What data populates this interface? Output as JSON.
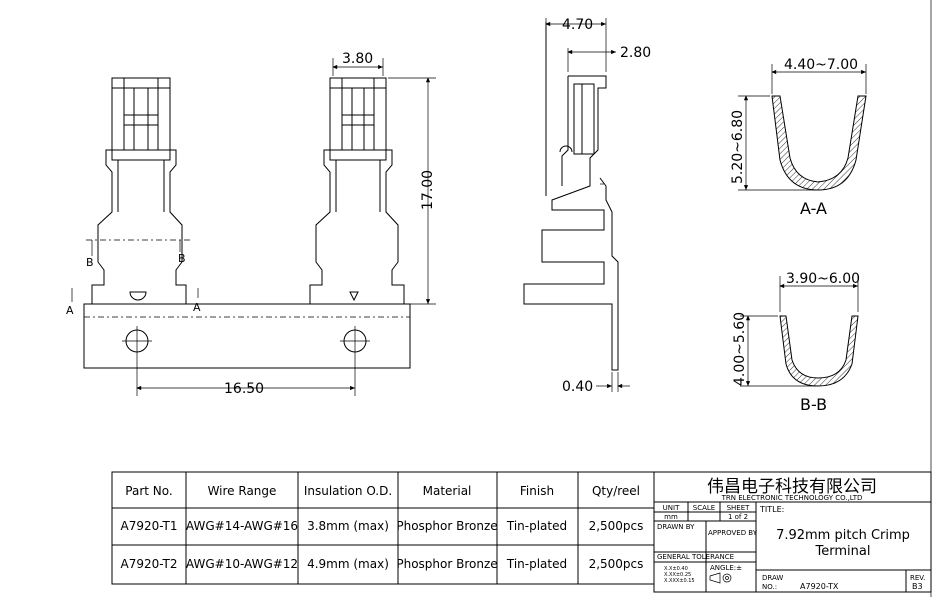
{
  "dimensions": {
    "front_width": "3.80",
    "front_height": "17.00",
    "carrier_pitch": "16.50",
    "side_top": "4.70",
    "side_top2": "2.80",
    "side_thickness": "0.40",
    "section_a_width": "4.40~7.00",
    "section_a_height": "5.20~6.80",
    "section_b_width": "3.90~6.00",
    "section_b_height": "4.00~5.60"
  },
  "section_labels": {
    "a": "A",
    "b": "B",
    "a_title": "A-A",
    "b_title": "B-B"
  },
  "spec_table": {
    "headers": [
      "Part No.",
      "Wire Range",
      "Insulation O.D.",
      "Material",
      "Finish",
      "Qty/reel"
    ],
    "rows": [
      [
        "A7920-T1",
        "AWG#14-AWG#16",
        "3.8mm (max)",
        "Phosphor Bronze",
        "Tin-plated",
        "2,500pcs"
      ],
      [
        "A7920-T2",
        "AWG#10-AWG#12",
        "4.9mm (max)",
        "Phosphor Bronze",
        "Tin-plated",
        "2,500pcs"
      ]
    ]
  },
  "title_block": {
    "company_cn": "伟昌电子科技有限公司",
    "company_en": "TRN ELECTRONIC TECHNOLOGY CO.,LTD",
    "unit_label": "UNIT",
    "unit_value": "mm",
    "scale_label": "SCALE",
    "sheet_label": "SHEET",
    "sheet_value": "1 of 2",
    "title_label": "TITLE:",
    "title_value": "7.92mm pitch Crimp Terminal",
    "drawn_by_label": "DRAWN BY",
    "approved_label": "APPROVED BY",
    "general_tolerance_label": "GENERAL TOLERANCE",
    "tol1": "X.X±0.40",
    "tol2": "X.XX±0.25",
    "tol3": "X.XXX±0.15",
    "angle_label": "ANGLE:±",
    "draw_no_label": "DRAW NO.:",
    "draw_no_value": "A7920-TX",
    "rev_label": "REV.",
    "rev_value": "B3"
  }
}
